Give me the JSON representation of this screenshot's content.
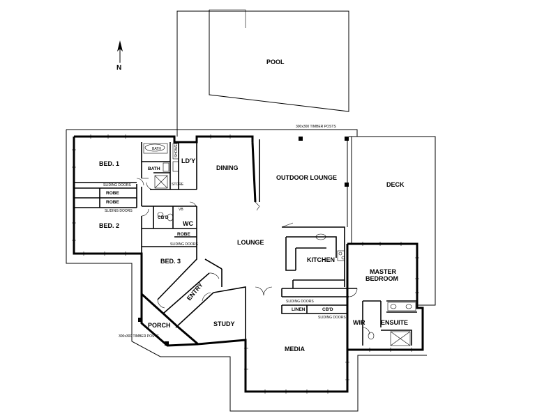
{
  "north": {
    "label": "N"
  },
  "rooms": {
    "pool": "POOL",
    "deck": "DECK",
    "outdoor_lounge": "OUTDOOR LOUNGE",
    "dining": "DINING",
    "lounge": "LOUNGE",
    "kitchen": "KITCHEN",
    "master_bedroom_line1": "MASTER",
    "master_bedroom_line2": "BEDROOM",
    "ensuite": "ENSUITE",
    "wir": "WIR",
    "media": "MEDIA",
    "study": "STUDY",
    "entry": "ENTRY",
    "porch": "PORCH",
    "bed1": "BED. 1",
    "bed2": "BED. 2",
    "bed3": "BED. 3",
    "bath": "BATH",
    "bath_tub": "BATH",
    "ldy": "LD'Y",
    "wc": "WC",
    "cbd_hall": "CB'D",
    "cbd_kitchen": "CB'D",
    "linen": "LINEN",
    "store": "STORE",
    "robe_upper": "ROBE",
    "robe_lower": "ROBE",
    "robe_bed3": "ROBE",
    "shower": "SHOWER",
    "vb": "VB"
  },
  "notes": {
    "timber_posts_top": "300x300 TIMBER POSTS",
    "timber_posts_porch": "300x300 TIMBER POSTS",
    "sliding_doors_bed1": "SLIDING DOORS",
    "sliding_doors_bed2": "SLIDING DOORS",
    "sliding_doors_bed3": "SLIDING DOORS",
    "sliding_doors_linen": "SLIDING DOORS",
    "sliding_doors_cbd": "SLIDING DOORS"
  }
}
